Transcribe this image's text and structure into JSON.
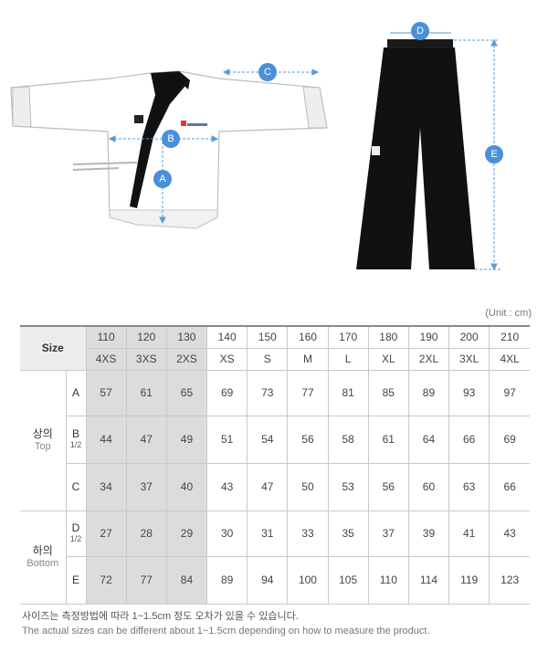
{
  "markers": {
    "a": "A",
    "b": "B",
    "c": "C",
    "d": "D",
    "e": "E"
  },
  "unit_label": "(Unit : cm)",
  "table": {
    "size_header": "Size",
    "numeric_sizes": [
      "110",
      "120",
      "130",
      "140",
      "150",
      "160",
      "170",
      "180",
      "190",
      "200",
      "210"
    ],
    "letter_sizes": [
      "4XS",
      "3XS",
      "2XS",
      "XS",
      "S",
      "M",
      "L",
      "XL",
      "2XL",
      "3XL",
      "4XL"
    ],
    "top_label_ko": "상의",
    "top_label_en": "Top",
    "bottom_label_ko": "하의",
    "bottom_label_en": "Bottom",
    "half": "1/2",
    "rows": {
      "a": {
        "key": "A",
        "values": [
          "57",
          "61",
          "65",
          "69",
          "73",
          "77",
          "81",
          "85",
          "89",
          "93",
          "97"
        ]
      },
      "b": {
        "key": "B",
        "values": [
          "44",
          "47",
          "49",
          "51",
          "54",
          "56",
          "58",
          "61",
          "64",
          "66",
          "69"
        ]
      },
      "c": {
        "key": "C",
        "values": [
          "34",
          "37",
          "40",
          "43",
          "47",
          "50",
          "53",
          "56",
          "60",
          "63",
          "66"
        ]
      },
      "d": {
        "key": "D",
        "values": [
          "27",
          "28",
          "29",
          "30",
          "31",
          "33",
          "35",
          "37",
          "39",
          "41",
          "43"
        ]
      },
      "e": {
        "key": "E",
        "values": [
          "72",
          "77",
          "84",
          "89",
          "94",
          "100",
          "105",
          "110",
          "114",
          "119",
          "123"
        ]
      }
    }
  },
  "note_ko": "사이즈는 측정방법에 따라 1~1.5cm 정도 오차가 있을 수 있습니다.",
  "note_en": "The actual sizes can be different about 1~1.5cm depending on how to measure the product.",
  "colors": {
    "marker": "#4a90d9",
    "guide": "#5a9bd5",
    "pants": "#111111",
    "collar": "#111111",
    "shaded_column": "#dcdcdc"
  }
}
